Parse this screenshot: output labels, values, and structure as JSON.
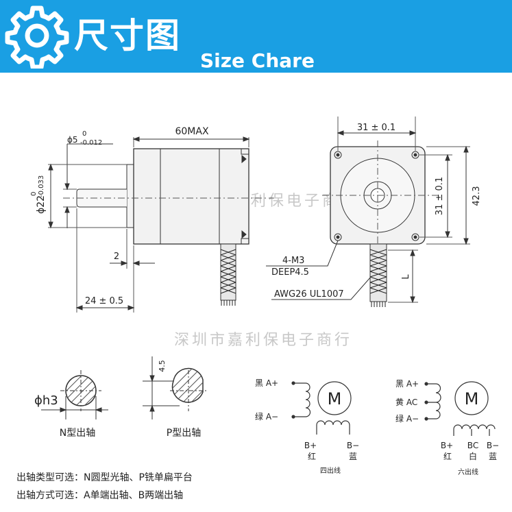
{
  "header": {
    "title": "尺寸图",
    "subtitle": "Size Chare",
    "icon": "gear-icon",
    "bg_color": "#1a9fe3"
  },
  "watermark": "深圳市嘉利保电子商行",
  "side_view": {
    "length_label": "60MAX",
    "shaft_dia_label": "ϕ5",
    "shaft_dia_tol_upper": "0",
    "shaft_dia_tol_lower": "-0.012",
    "boss_dia_label": "ϕ22",
    "boss_dia_tol_upper": "0",
    "boss_dia_tol_lower": "-0.033",
    "boss_len_label": "2",
    "shaft_len_label": "24 ± 0.5"
  },
  "front_view": {
    "hole_span_top": "31 ± 0.1",
    "hole_span_right": "31 ± 0.1",
    "body_size": "42.3",
    "thread_label": "4-M3",
    "depth_label": "DEEP4.5",
    "cable_label": "AWG26  UL1007",
    "lead_len_label": "L"
  },
  "shafts": {
    "n_label": "N型出轴",
    "n_dim": "ϕh3",
    "p_label": "P型出轴",
    "p_dim": "4.5"
  },
  "wiring_4": {
    "motor": "M",
    "a_plus": "黑 A+",
    "a_minus": "绿 A−",
    "b_plus": "B+",
    "b_plus_color": "红",
    "b_minus": "B−",
    "b_minus_color": "蓝",
    "caption": "四出线"
  },
  "wiring_6": {
    "motor": "M",
    "a_plus": "黑 A+",
    "ac": "黄 AC",
    "a_minus": "绿 A−",
    "b_plus": "B+",
    "b_plus_color": "红",
    "bc": "BC",
    "bc_color": "白",
    "b_minus": "B−",
    "b_minus_color": "蓝",
    "caption": "六出线"
  },
  "notes": {
    "line1": "出轴类型可选：N圆型光轴、P铣单扁平台",
    "line2": "出轴方式可选：A单端出轴、B两端出轴"
  }
}
